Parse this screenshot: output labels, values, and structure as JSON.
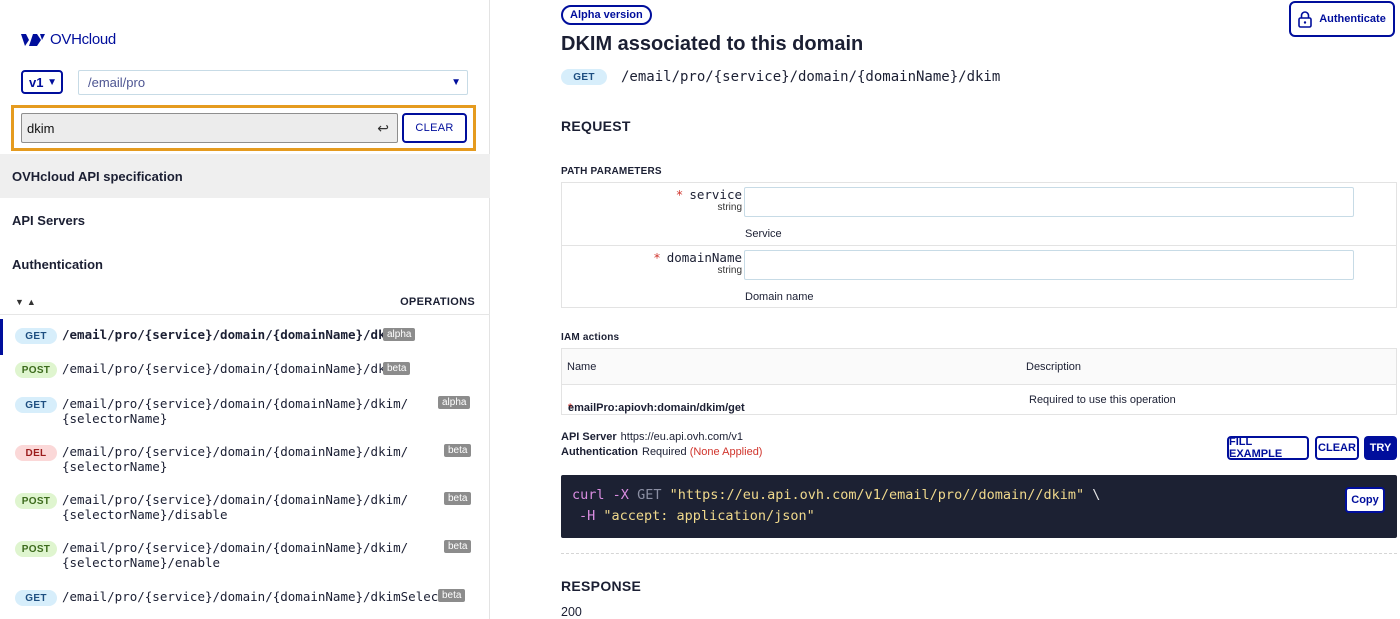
{
  "sidebar": {
    "logo_text": "OVHcloud",
    "version": "v1",
    "path_select": "/email/pro",
    "search_value": "dkim",
    "clear_label": "CLEAR",
    "nav": [
      "OVHcloud API specification",
      "API Servers",
      "Authentication"
    ],
    "operations_label": "OPERATIONS",
    "operations": [
      {
        "method": "GET",
        "path": "/email/pro/{service}/domain/{domainName}/dkim",
        "tag": "alpha"
      },
      {
        "method": "POST",
        "path": "/email/pro/{service}/domain/{domainName}/dkim",
        "tag": "beta"
      },
      {
        "method": "GET",
        "path": "/email/pro/{service}/domain/{domainName}/dkim/",
        "path2": "{selectorName}",
        "tag": "alpha"
      },
      {
        "method": "DEL",
        "path": "/email/pro/{service}/domain/{domainName}/dkim/",
        "path2": "{selectorName}",
        "tag": "beta"
      },
      {
        "method": "POST",
        "path": "/email/pro/{service}/domain/{domainName}/dkim/",
        "path2": "{selectorName}/disable",
        "tag": "beta"
      },
      {
        "method": "POST",
        "path": "/email/pro/{service}/domain/{domainName}/dkim/",
        "path2": "{selectorName}/enable",
        "tag": "beta"
      },
      {
        "method": "GET",
        "path": "/email/pro/{service}/domain/{domainName}/dkimSelector",
        "tag": "beta"
      }
    ]
  },
  "main": {
    "badge": "Alpha version",
    "authenticate_label": "Authenticate",
    "title": "DKIM associated to this domain",
    "method": "GET",
    "endpoint": "/email/pro/{service}/domain/{domainName}/dkim",
    "request_label": "REQUEST",
    "path_params_label": "PATH PARAMETERS",
    "params": [
      {
        "name": "service",
        "type": "string",
        "description": "Service"
      },
      {
        "name": "domainName",
        "type": "string",
        "description": "Domain name"
      }
    ],
    "iam_label": "IAM actions",
    "iam_headers": {
      "name": "Name",
      "description": "Description"
    },
    "iam_row": {
      "action": "emailPro:apiovh:domain/dkim/get",
      "description": "Required to use this operation"
    },
    "api_server_label": "API Server",
    "api_server_value": "https://eu.api.ovh.com/v1",
    "auth_label": "Authentication",
    "auth_value": "Required",
    "auth_status": "(None Applied)",
    "fill_example_label": "FILL EXAMPLE",
    "clear_label": "CLEAR",
    "try_label": "TRY",
    "curl": {
      "cmd": "curl",
      "flag_x": "-X",
      "verb": "GET",
      "url": "\"https://eu.api.ovh.com/v1/email/pro//domain//dkim\"",
      "cont": "\\",
      "flag_h": "-H",
      "header": "\"accept: application/json\""
    },
    "copy_label": "Copy",
    "response_label": "RESPONSE",
    "status_code": "200"
  },
  "colors": {
    "brand": "#000e9c",
    "highlight_border": "#e59b1f",
    "get": "#d7eefb",
    "post": "#dff5cf",
    "del": "#fbd8d8",
    "required": "#d0342c",
    "code_bg": "#1c2133"
  }
}
